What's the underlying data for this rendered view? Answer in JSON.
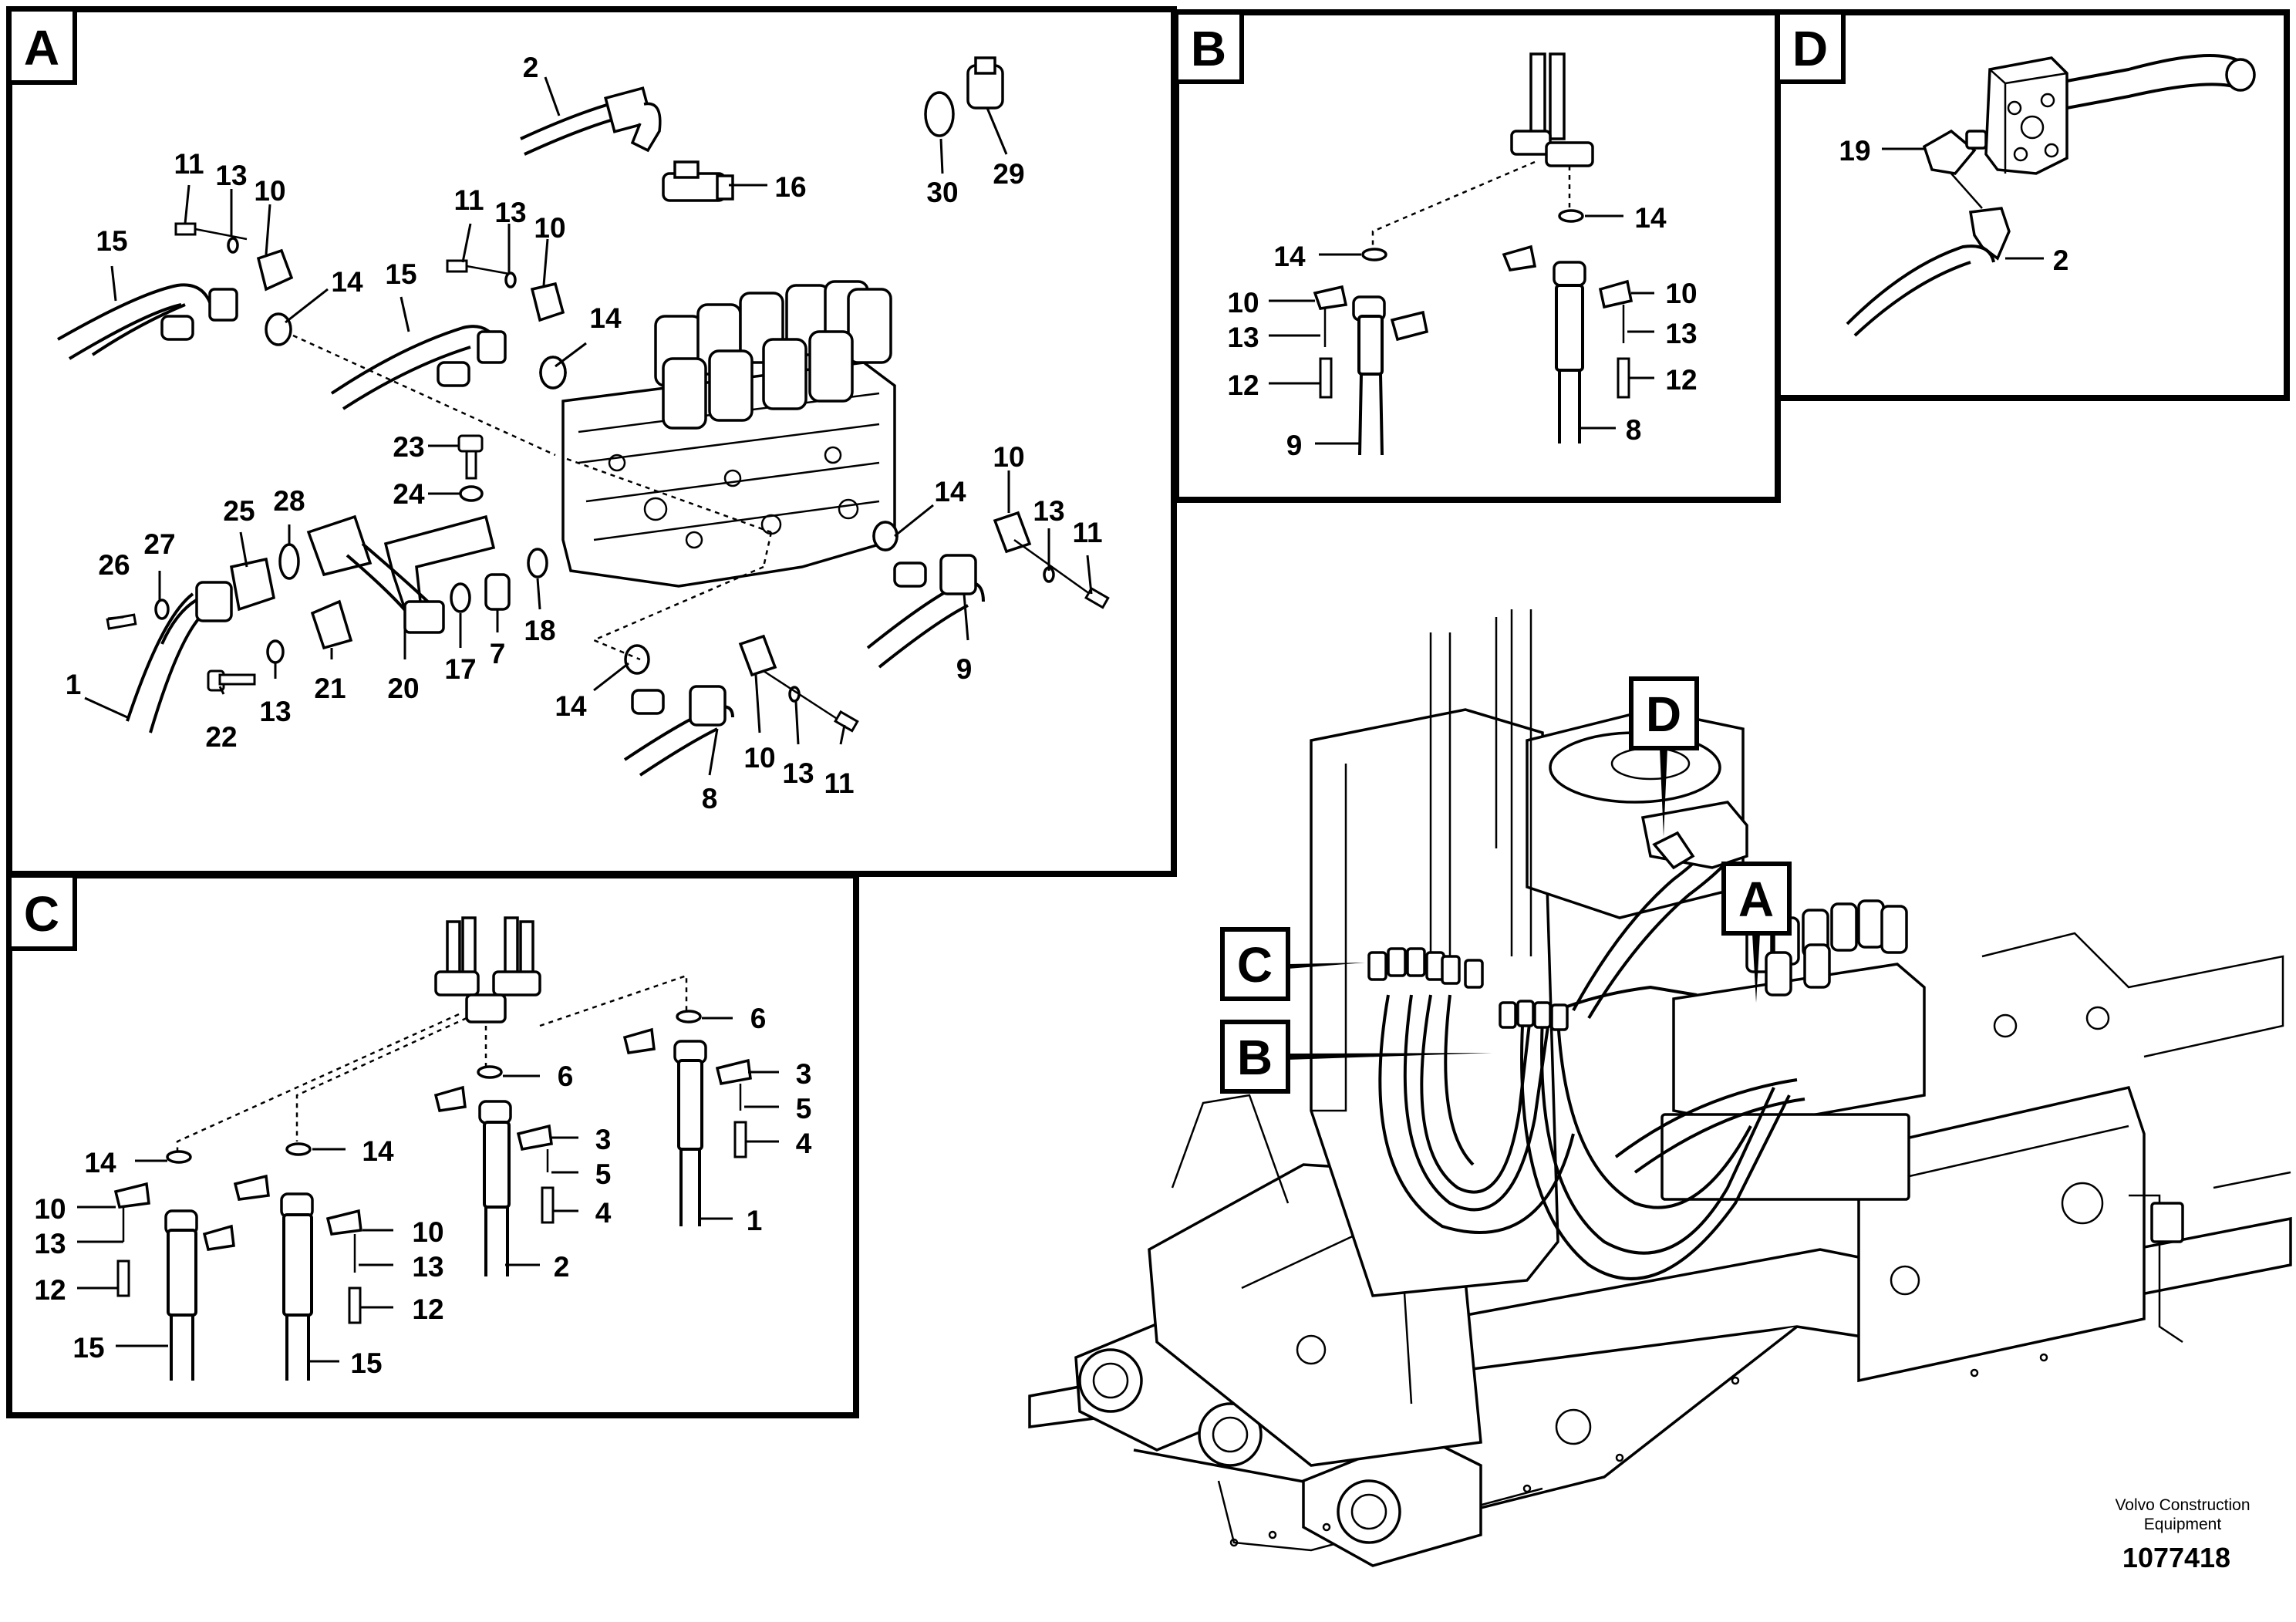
{
  "panels": {
    "a": {
      "tag": "A"
    },
    "b": {
      "tag": "B"
    },
    "c": {
      "tag": "C"
    },
    "d": {
      "tag": "D"
    }
  },
  "callouts": {
    "a": {
      "tag": "A"
    },
    "b": {
      "tag": "B"
    },
    "c": {
      "tag": "C"
    },
    "d": {
      "tag": "D"
    }
  },
  "labels": {
    "a": [
      "2",
      "16",
      "30",
      "29",
      "11",
      "13",
      "10",
      "15",
      "14",
      "11",
      "13",
      "10",
      "15",
      "14",
      "23",
      "24",
      "26",
      "27",
      "25",
      "28",
      "1",
      "22",
      "13",
      "21",
      "20",
      "17",
      "7",
      "18",
      "14",
      "10",
      "13",
      "11",
      "9",
      "14",
      "10",
      "13",
      "11",
      "8"
    ],
    "b": [
      "14",
      "14",
      "10",
      "13",
      "12",
      "9",
      "10",
      "13",
      "12",
      "8"
    ],
    "c": [
      "6",
      "6",
      "3",
      "5",
      "4",
      "3",
      "5",
      "4",
      "1",
      "2",
      "14",
      "14",
      "10",
      "13",
      "12",
      "15",
      "10",
      "13",
      "12",
      "15"
    ],
    "d": [
      "19",
      "2"
    ]
  },
  "footer": {
    "brand_line1": "Volvo Construction",
    "brand_line2": "Equipment",
    "doc_number": "1077418"
  }
}
